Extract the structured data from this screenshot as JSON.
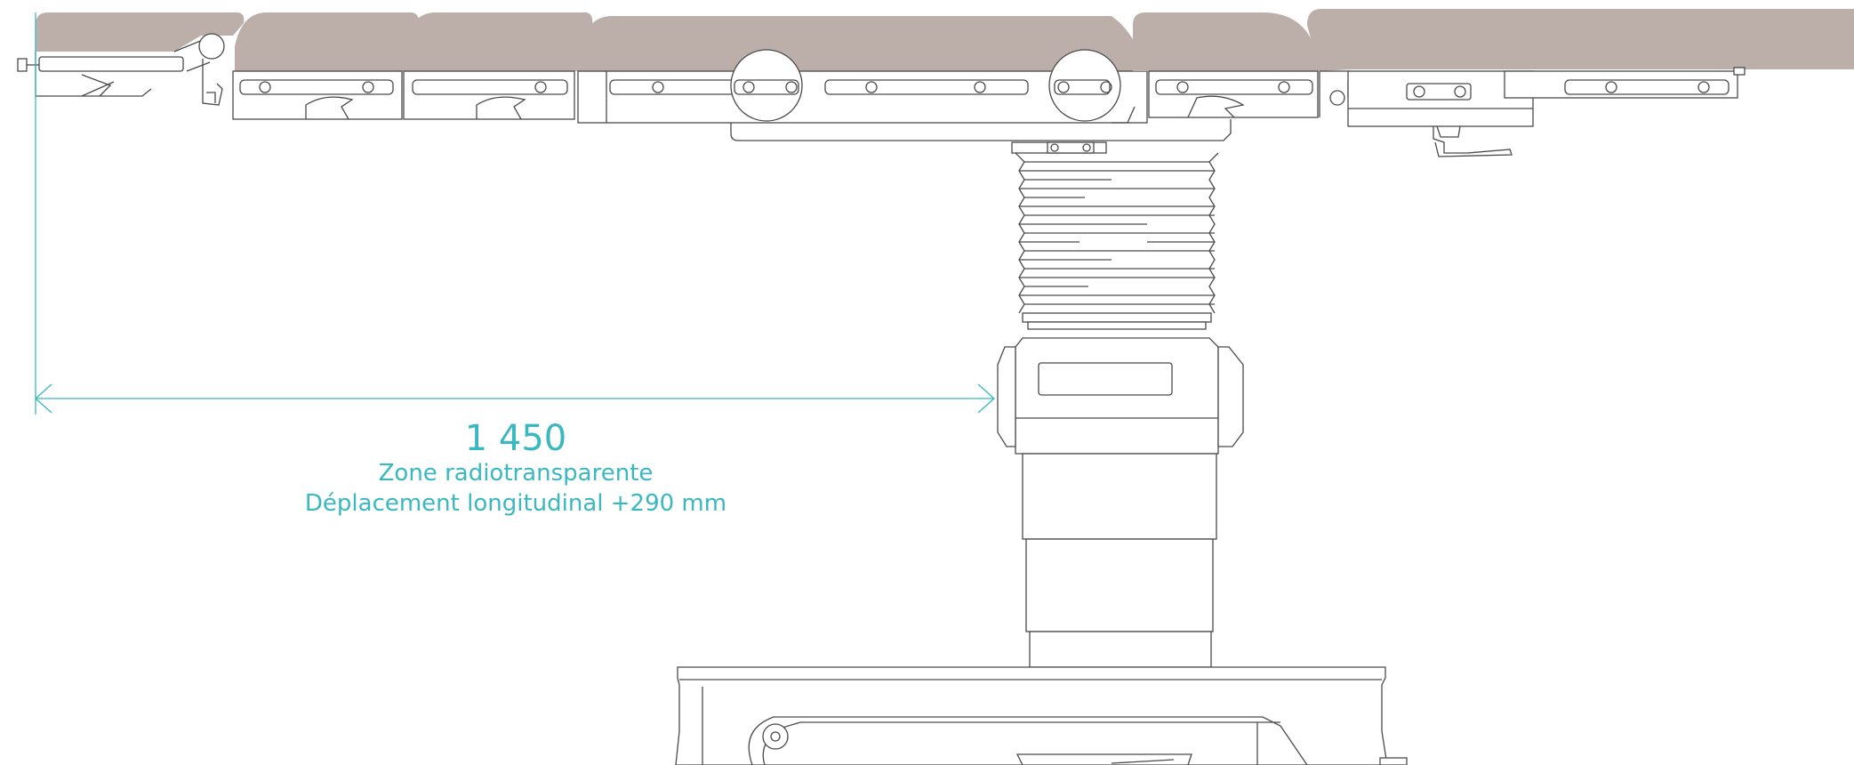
{
  "diagram": {
    "dimension_value": "1 450",
    "caption_line1": "Zone radiotransparente",
    "caption_line2": "Déplacement longitudinal +290 mm"
  },
  "colors": {
    "accent": "#3ab8bf",
    "pad": "#bcaea8",
    "line": "#4a4a4a"
  }
}
